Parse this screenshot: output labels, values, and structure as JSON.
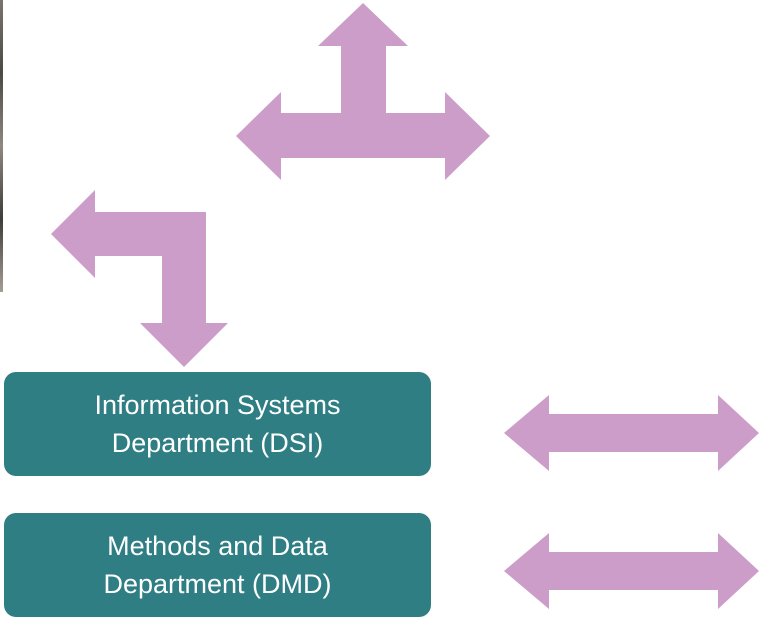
{
  "colors": {
    "arrow": "#cc9dc8",
    "box": "#2e7e83",
    "box_text": "#ffffff"
  },
  "boxes": {
    "dsi": {
      "line1": "Information Systems",
      "line2": "Department (DSI)"
    },
    "dmd": {
      "line1": "Methods and Data",
      "line2": "Department (DMD)"
    }
  }
}
